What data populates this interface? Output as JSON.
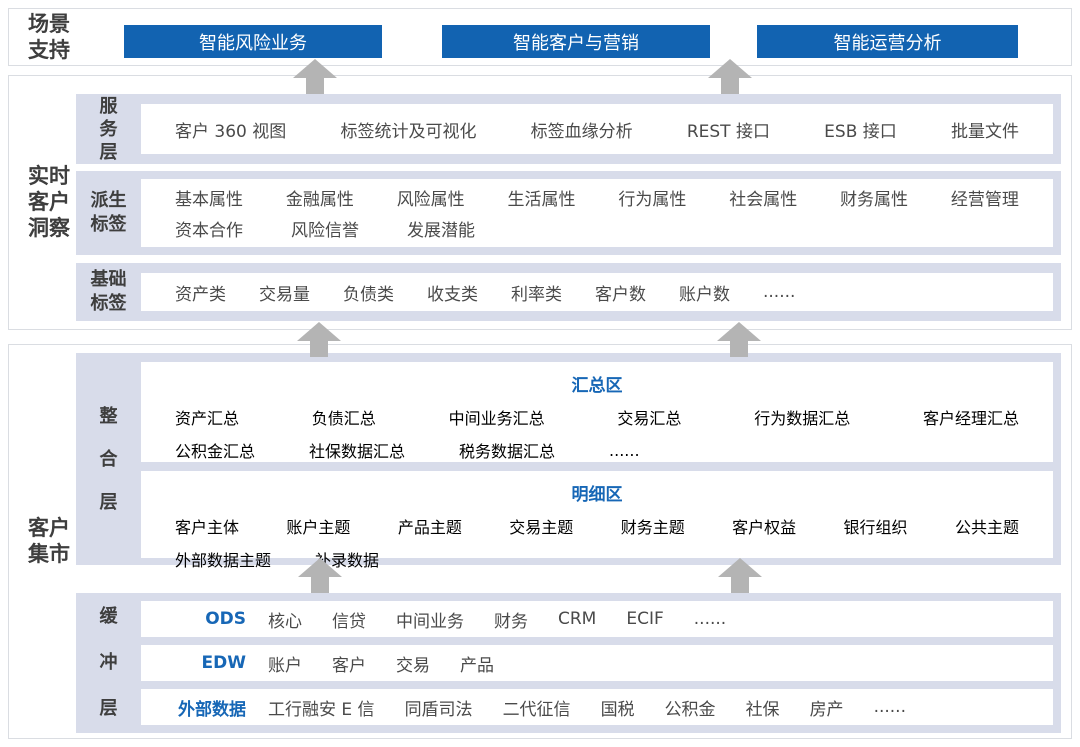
{
  "colors": {
    "primary_blue": "#1263b1",
    "accent_text_blue": "#1767b6",
    "panel_bg": "#d8dcea",
    "arrow_gray": "#b4b4b4"
  },
  "scenario_support": {
    "label": "场景支持",
    "buttons": [
      "智能风险业务",
      "智能客户与营销",
      "智能运营分析"
    ]
  },
  "realtime_insight": {
    "label": "实时客户洞察",
    "service_layer": {
      "label": "服务层",
      "items": [
        "客户 360 视图",
        "标签统计及可视化",
        "标签血缘分析",
        "REST 接口",
        "ESB 接口",
        "批量文件"
      ]
    },
    "derived_tags": {
      "label": "派生标签",
      "line1": [
        "基本属性",
        "金融属性",
        "风险属性",
        "生活属性",
        "行为属性",
        "社会属性",
        "财务属性",
        "经营管理"
      ],
      "line2": [
        "资本合作",
        "风险信誉",
        "发展潜能"
      ]
    },
    "base_tags": {
      "label": "基础标签",
      "items": [
        "资产类",
        "交易量",
        "负债类",
        "收支类",
        "利率类",
        "客户数",
        "账户数",
        "......"
      ]
    }
  },
  "customer_mart": {
    "label": "客户集市",
    "integration_layer": {
      "label": "整合层",
      "summary_zone": {
        "title": "汇总区",
        "line1": [
          "资产汇总",
          "负债汇总",
          "中间业务汇总",
          "交易汇总",
          "行为数据汇总",
          "客户经理汇总"
        ],
        "line2": [
          "公积金汇总",
          "社保数据汇总",
          "税务数据汇总",
          "......"
        ]
      },
      "detail_zone": {
        "title": "明细区",
        "line1": [
          "客户主体",
          "账户主题",
          "产品主题",
          "交易主题",
          "财务主题",
          "客户权益",
          "银行组织",
          "公共主题"
        ],
        "line2": [
          "外部数据主题",
          "补录数据"
        ]
      }
    },
    "buffer_layer": {
      "label": "缓冲层",
      "ods": {
        "label": "ODS",
        "items": [
          "核心",
          "信贷",
          "中间业务",
          "财务",
          "CRM",
          "ECIF",
          "......"
        ]
      },
      "edw": {
        "label": "EDW",
        "items": [
          "账户",
          "客户",
          "交易",
          "产品"
        ]
      },
      "external": {
        "label": "外部数据",
        "items": [
          "工行融安 E 信",
          "同盾司法",
          "二代征信",
          "国税",
          "公积金",
          "社保",
          "房产",
          "......"
        ]
      }
    }
  }
}
